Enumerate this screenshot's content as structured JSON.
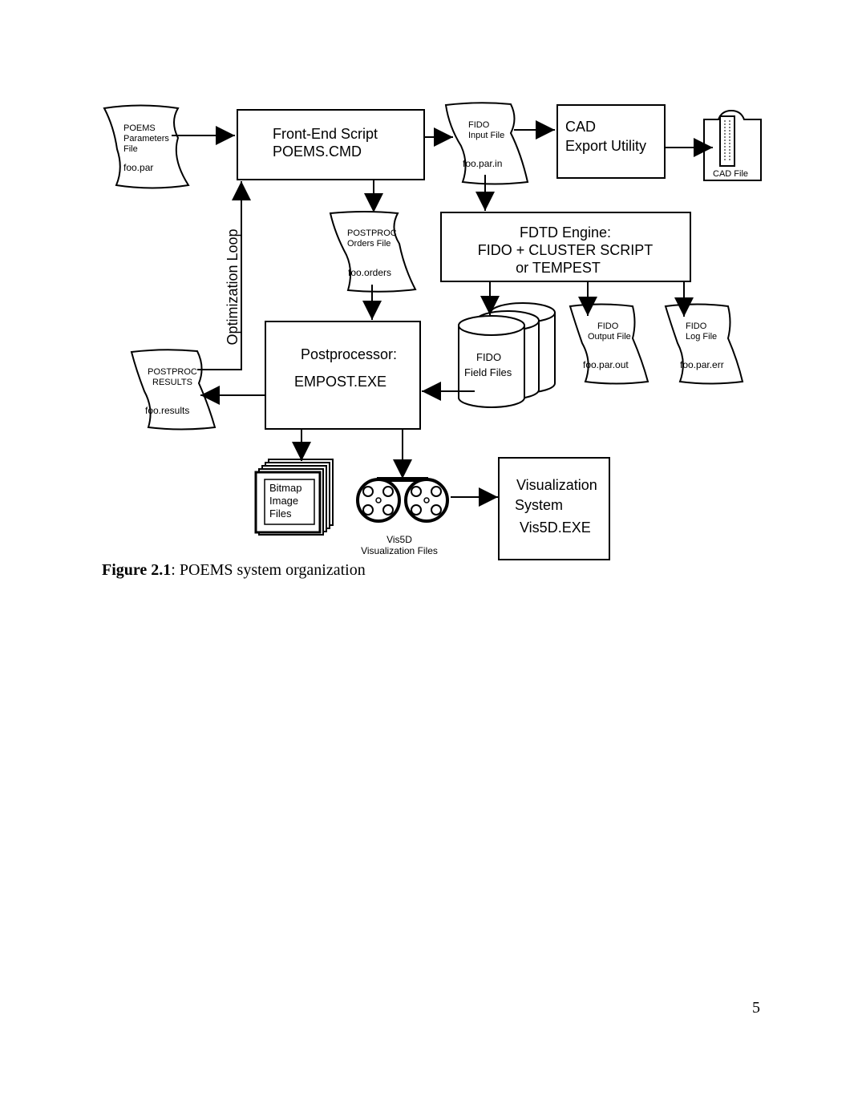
{
  "diagram": {
    "poems_params": {
      "line1": "POEMS",
      "line2": "Parameters",
      "line3": "File",
      "file": "foo.par"
    },
    "front_end": {
      "line1": "Front-End Script",
      "line2": "POEMS.CMD"
    },
    "fido_input": {
      "line1": "FIDO",
      "line2": "Input File",
      "file": "foo.par.in"
    },
    "cad_export": {
      "line1": "CAD",
      "line2": "Export Utility"
    },
    "cad_file": {
      "label": "CAD File"
    },
    "postproc_orders": {
      "line1": "POSTPROC",
      "line2": "Orders File",
      "file": "foo.orders"
    },
    "fdtd_engine": {
      "line1": "FDTD Engine:",
      "line2": "FIDO + CLUSTER SCRIPT",
      "line3": "or TEMPEST"
    },
    "optimization_loop": {
      "label": "Optimization Loop"
    },
    "postprocessor": {
      "line1": "Postprocessor:",
      "line2": "EMPOST.EXE"
    },
    "fido_field": {
      "line1": "FIDO",
      "line2": "Field Files"
    },
    "fido_output": {
      "line1": "FIDO",
      "line2": "Output File",
      "file": "foo.par.out"
    },
    "fido_log": {
      "line1": "FIDO",
      "line2": "Log File",
      "file": "foo.par.err"
    },
    "postproc_results": {
      "line1": "POSTPROC",
      "line2": "RESULTS",
      "file": "foo.results"
    },
    "bitmap_files": {
      "line1": "Bitmap",
      "line2": "Image",
      "line3": "Files"
    },
    "vis5d_files": {
      "line1": "Vis5D",
      "line2": "Visualization Files"
    },
    "vis_system": {
      "line1": "Visualization",
      "line2": "System",
      "line3": "Vis5D.EXE"
    }
  },
  "caption": {
    "label": "Figure 2.1",
    "text": ": POEMS system organization"
  },
  "page_number": "5"
}
